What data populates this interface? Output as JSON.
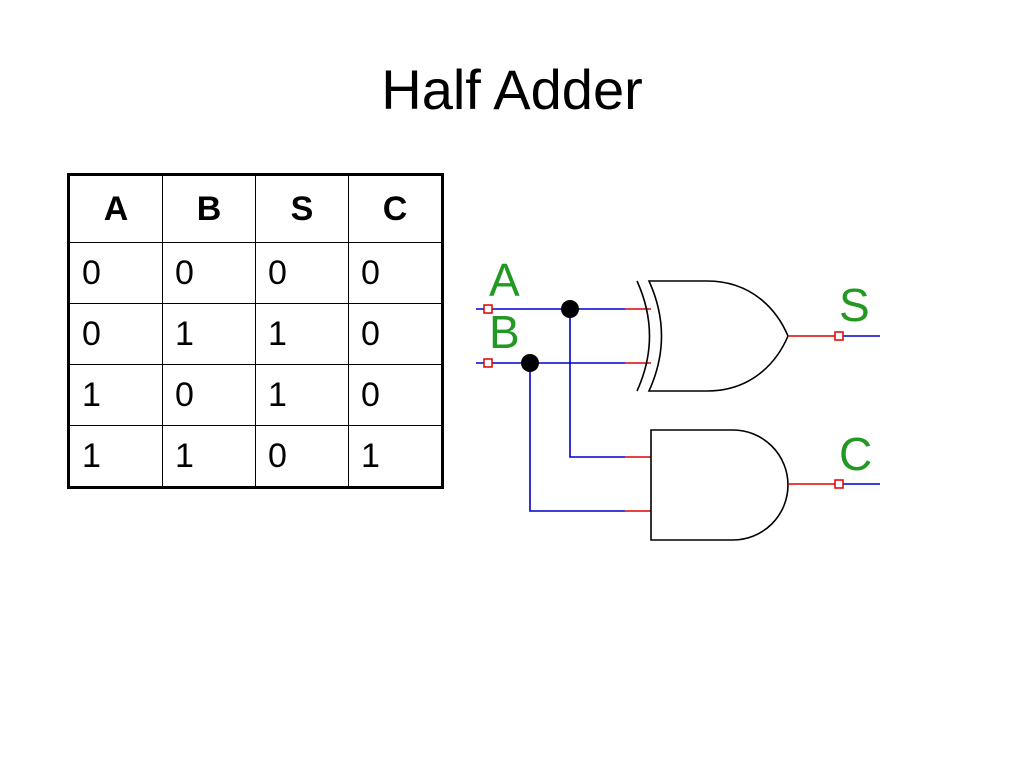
{
  "title": "Half Adder",
  "truth_table": {
    "headers": [
      "A",
      "B",
      "S",
      "C"
    ],
    "rows": [
      [
        "0",
        "0",
        "0",
        "0"
      ],
      [
        "0",
        "1",
        "1",
        "0"
      ],
      [
        "1",
        "0",
        "1",
        "0"
      ],
      [
        "1",
        "1",
        "0",
        "1"
      ]
    ]
  },
  "circuit": {
    "inputs": [
      "A",
      "B"
    ],
    "outputs": [
      "S",
      "C"
    ],
    "gates": [
      "XOR",
      "AND"
    ],
    "colors": {
      "label": "#229922",
      "wire": "#0000cc",
      "pin": "#dd0000",
      "gate": "#000000"
    }
  }
}
